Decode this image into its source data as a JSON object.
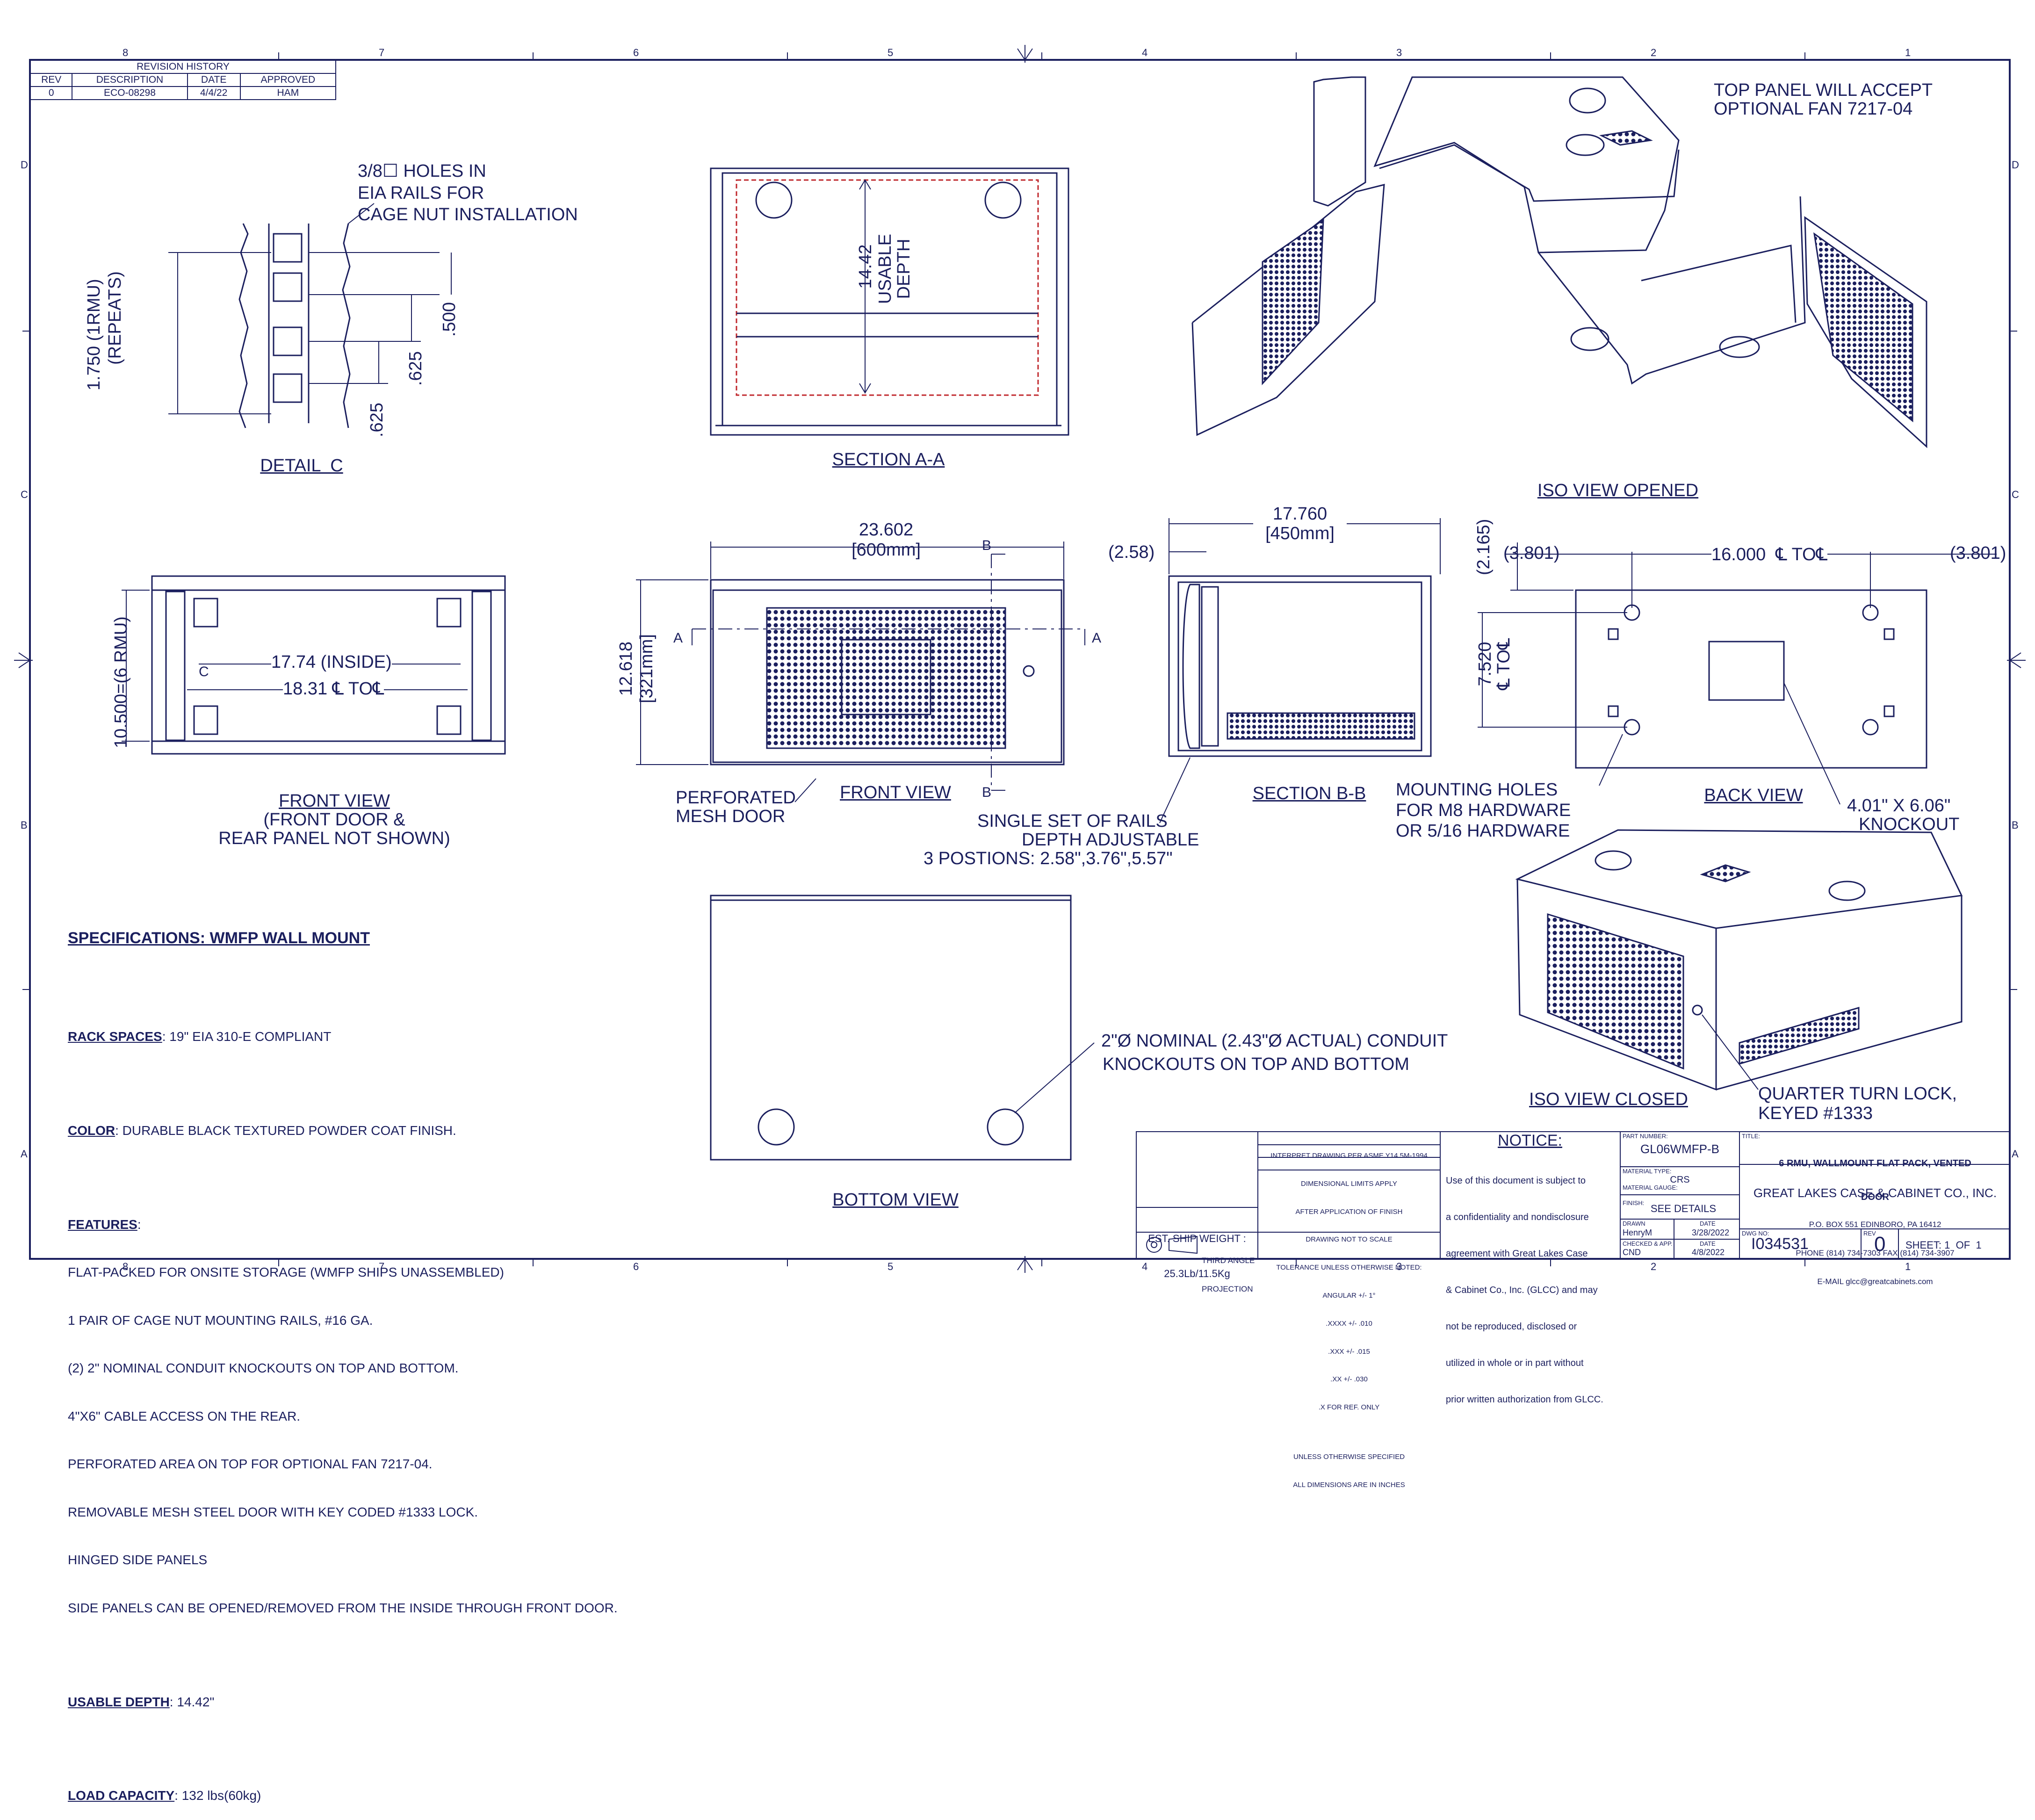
{
  "border": {
    "col_numbers": [
      "8",
      "7",
      "6",
      "5",
      "4",
      "3",
      "2",
      "1"
    ],
    "row_letters": [
      "D",
      "C",
      "B",
      "A"
    ]
  },
  "revision": {
    "title": "REVISION HISTORY",
    "headers": [
      "REV",
      "DESCRIPTION",
      "DATE",
      "APPROVED"
    ],
    "row": [
      "0",
      "ECO-08298",
      "4/4/22",
      "HAM"
    ]
  },
  "views": {
    "detail_c": "DETAIL  C",
    "section_aa": "SECTION A-A",
    "iso_opened": "ISO VIEW OPENED",
    "front_view_left": "FRONT VIEW",
    "front_view_left_note1": "(FRONT DOOR &",
    "front_view_left_note2": "REAR PANEL NOT SHOWN)",
    "front_view": "FRONT VIEW",
    "section_bb": "SECTION B-B",
    "back_view": "BACK VIEW",
    "bottom_view": "BOTTOM VIEW",
    "iso_closed": "ISO VIEW CLOSED"
  },
  "callouts": {
    "holes_1": "3/8☐ HOLES IN",
    "holes_2": "EIA RAILS FOR",
    "holes_3": "CAGE NUT INSTALLATION",
    "top_panel_1": "TOP PANEL WILL ACCEPT",
    "top_panel_2": "OPTIONAL FAN 7217-04",
    "mesh_1": "PERFORATED",
    "mesh_2": "MESH DOOR",
    "rails_1": "SINGLE SET OF RAILS",
    "rails_2": "DEPTH ADJUSTABLE",
    "rails_3": "3 POSTIONS: 2.58\",3.76\",5.57\"",
    "mount_1": "MOUNTING HOLES",
    "mount_2": "FOR M8 HARDWARE",
    "mount_3": "OR 5/16 HARDWARE",
    "knock_1": "4.01\" X 6.06\"",
    "knock_2": "KNOCKOUT",
    "conduit_1": "2\"Ø NOMINAL (2.43\"Ø ACTUAL) CONDUIT",
    "conduit_2": "KNOCKOUTS ON TOP AND BOTTOM",
    "lock_1": "QUARTER TURN LOCK,",
    "lock_2": "KEYED #1333"
  },
  "dims": {
    "rmu_1": "1.750 (1RMU)",
    "rmu_2": "(REPEATS)",
    "d500": ".500",
    "d625a": ".625",
    "d625b": ".625",
    "usable_1": "14.42",
    "usable_2": "USABLE",
    "usable_3": "DEPTH",
    "height_6rmu": "10.500=(6 RMU)",
    "inside": "17.74 (INSIDE)",
    "to_center": "18.31 ℄ TO℄",
    "c_mark": "C",
    "width_in": "23.602",
    "width_mm": "[600mm]",
    "height_in": "12.618",
    "height_mm": "[321mm]",
    "depth_in": "17.760",
    "depth_mm": "[450mm]",
    "rail_off": "(2.58)",
    "back_left": "(3.801)",
    "back_right": "(3.801)",
    "back_top": "(2.165)",
    "back_ctc": "16.000  ℄ TO℄",
    "back_vert_1": "7.520",
    "back_vert_2": "℄ TO℄",
    "sec_a": "A",
    "sec_b": "B"
  },
  "specs": {
    "title": "SPECIFICATIONS: WMFP WALL MOUNT",
    "rack_label": "RACK SPACES",
    "rack_value": ": 19\" EIA 310-E COMPLIANT",
    "color_label": "COLOR",
    "color_value": ": DURABLE BLACK TEXTURED POWDER COAT FINISH.",
    "features_label": "FEATURES",
    "features": [
      "FLAT-PACKED FOR ONSITE STORAGE (WMFP SHIPS UNASSEMBLED)",
      "1 PAIR OF CAGE NUT MOUNTING RAILS, #16 GA.",
      "(2) 2\" NOMINAL CONDUIT KNOCKOUTS ON TOP AND BOTTOM.",
      "4\"X6\" CABLE ACCESS ON THE REAR.",
      "PERFORATED AREA ON TOP FOR OPTIONAL FAN 7217-04.",
      "REMOVABLE MESH STEEL DOOR WITH KEY CODED #1333 LOCK.",
      "HINGED SIDE PANELS",
      "SIDE PANELS CAN BE OPENED/REMOVED FROM THE INSIDE THROUGH FRONT DOOR."
    ],
    "usable_label": "USABLE DEPTH",
    "usable_value": ": 14.42\"",
    "load_label": "LOAD CAPACITY",
    "load_value": ": 132 lbs(60kg)"
  },
  "title_block": {
    "ship_weight_1": "EST. SHIP WEIGHT :",
    "ship_weight_2": "25.3Lb/11.5Kg",
    "projection_1": "THIRD ANGLE",
    "projection_2": "PROJECTION",
    "tol": [
      "INTERPRET DRAWING PER ASME Y14.5M-1994",
      "DIMENSIONAL LIMITS APPLY",
      "AFTER APPLICATION OF FINISH",
      "DRAWING NOT TO SCALE",
      "TOLERANCE UNLESS OTHERWISE NOTED:",
      "ANGULAR +/- 1°",
      ".XXXX +/- .010",
      ".XXX +/- .015",
      ".XX +/- .030",
      ".X FOR REF. ONLY",
      "UNLESS OTHERWISE SPECIFIED",
      "ALL DIMENSIONS ARE IN INCHES"
    ],
    "notice_title": "NOTICE:",
    "notice_body": [
      "Use of this document is subject to",
      "a confidentiality and nondisclosure",
      "agreement with Great Lakes Case",
      "& Cabinet Co., Inc. (GLCC) and may",
      "not be reproduced, disclosed or",
      "utilized in whole or in part without",
      "prior written authorization from GLCC."
    ],
    "part_number_label": "PART NUMBER:",
    "part_number": "GL06WMFP-B",
    "material_type_label": "MATERIAL TYPE:",
    "material_type": "CRS",
    "material_gauge_label": "MATERIAL GAUGE:",
    "finish_label": "FINISH:",
    "finish": "SEE DETAILS",
    "drawn_label": "DRAWN",
    "drawn": "HenryM",
    "drawn_date_label": "DATE",
    "drawn_date": "3/28/2022",
    "checked_label": "CHECKED & APP.",
    "checked": "CND",
    "checked_date_label": "DATE",
    "checked_date": "4/8/2022",
    "title_label": "TITLE:",
    "title_1": "6 RMU, WALLMOUNT FLAT PACK, VENTED",
    "title_2": "DOOR",
    "company": "GREAT LAKES CASE & CABINET CO., INC.",
    "address": "P.O. BOX 551 EDINBORO, PA 16412",
    "phone": "PHONE (814) 734-7303 FAX (814) 734-3907",
    "email": "E-MAIL glcc@greatcabinets.com",
    "dwg_label": "DWG NO:",
    "dwg": "I034531",
    "rev_label": "REV",
    "rev": "0",
    "sheet": "SHEET: 1  OF  1"
  }
}
